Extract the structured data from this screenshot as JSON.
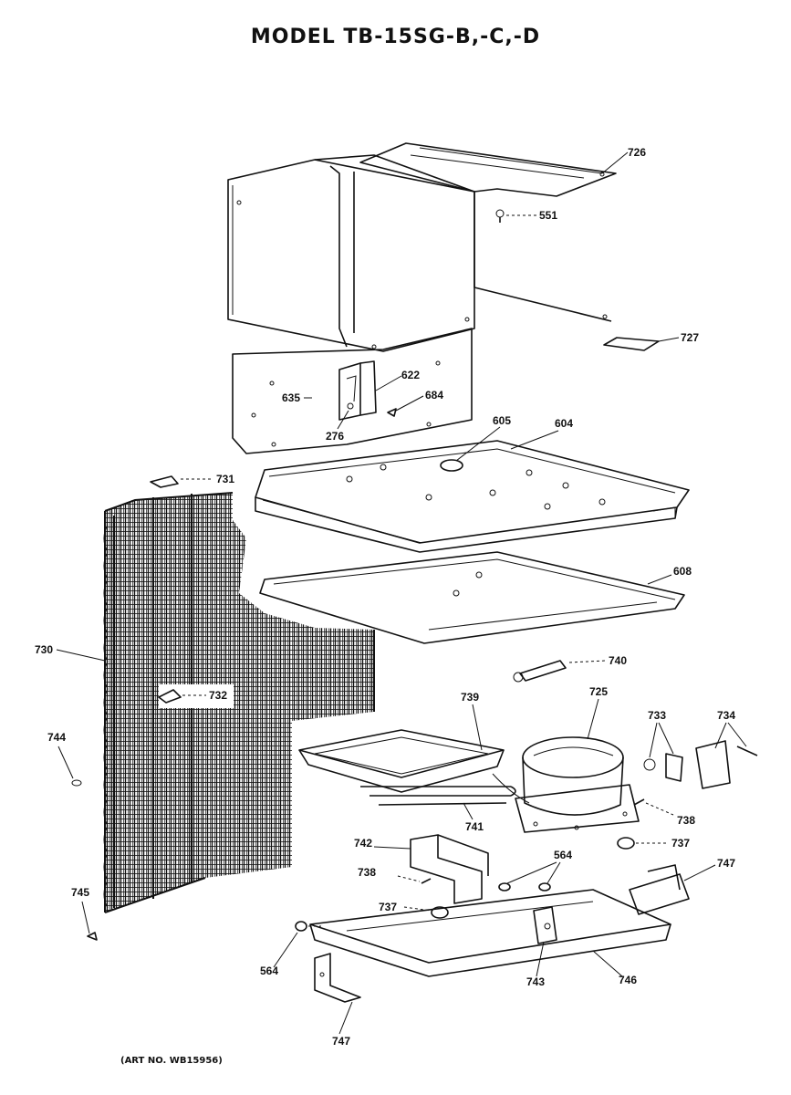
{
  "title": "MODEL TB-15SG-B,-C,-D",
  "art_number": "(ART NO. WB15956)",
  "parts": {
    "p726": "726",
    "p551": "551",
    "p727": "727",
    "p622": "622",
    "p684": "684",
    "p635": "635",
    "p276": "276",
    "p605": "605",
    "p604": "604",
    "p731": "731",
    "p608": "608",
    "p730": "730",
    "p740": "740",
    "p732": "732",
    "p739": "739",
    "p725": "725",
    "p733": "733",
    "p734": "734",
    "p744": "744",
    "p741": "741",
    "p738a": "738",
    "p737a": "737",
    "p742": "742",
    "p564a": "564",
    "p747a": "747",
    "p738b": "738",
    "p745": "745",
    "p737b": "737",
    "p564b": "564",
    "p743": "743",
    "p746": "746",
    "p747b": "747"
  }
}
